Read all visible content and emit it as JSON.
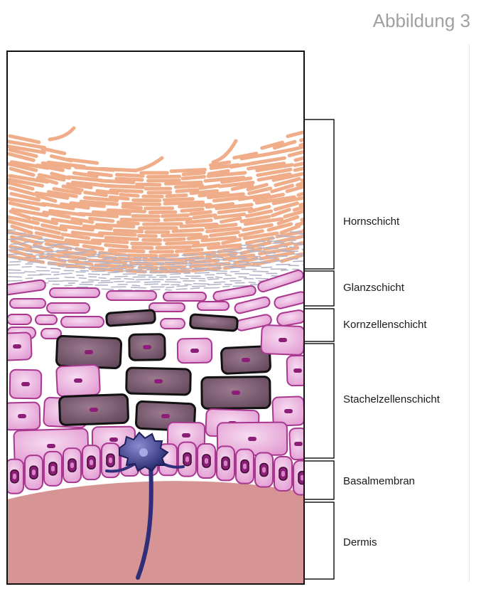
{
  "figure": {
    "title": "Abbildung 3"
  },
  "layers": [
    {
      "label": "Hornschicht"
    },
    {
      "label": "Glanzschicht"
    },
    {
      "label": "Kornzellenschicht"
    },
    {
      "label": "Stachelzellenschicht"
    },
    {
      "label": "Basalmembran"
    },
    {
      "label": "Dermis"
    }
  ],
  "colors": {
    "horn": "#f0ad8a",
    "glanz": "#b4b4c8",
    "cell_fill": "#eab2de",
    "cell_stroke": "#a8388f",
    "dark_cell_fill": "#7a5a70",
    "nucleus": "#8c1e78",
    "dermis": "#d69494",
    "melanocyte": "#2e2f78"
  }
}
